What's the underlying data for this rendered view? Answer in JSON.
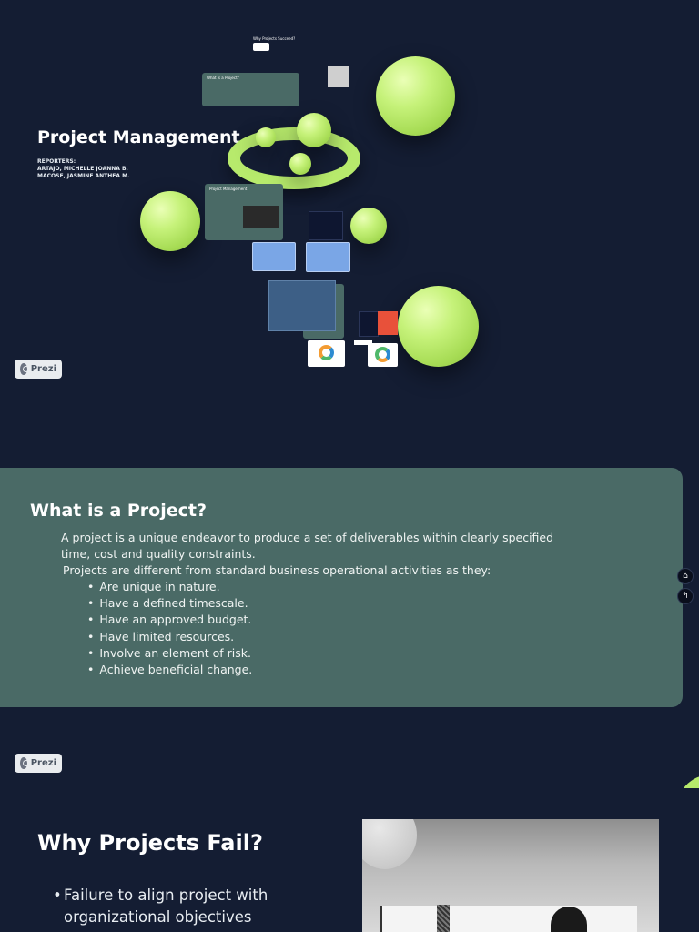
{
  "overview": {
    "title": "Project Management",
    "reporters_label": "REPORTERS:",
    "reporter_1": "ARTAJO, MICHELLE JOANNA B.",
    "reporter_2": " MACOSE, JASMINE ANTHEA M.",
    "card_why_fail_title": "Why Projects Succeed?",
    "card_what_is_title": "What is a Project?",
    "card_pm_title": "Project Management",
    "accent_color": "#b7ea6c"
  },
  "prezi_label": "Prezi",
  "what_is_project": {
    "heading": "What is a Project?",
    "para_line_1": "A project is a unique endeavor to produce a set of deliverables within clearly specified",
    "para_line_2": "time, cost and quality constraints.",
    "para_2": "Projects are different from standard business operational activities as they:",
    "bullets": [
      "Are unique in nature.",
      "Have a defined timescale.",
      "Have an approved budget.",
      "Have limited resources.",
      "Involve an element of risk.",
      "Achieve beneficial change."
    ],
    "background": "#4a6a66"
  },
  "nav": {
    "home_icon": "⌂",
    "back_icon": "↰"
  },
  "why_fail": {
    "heading": "Why Projects Fail?",
    "bullets": [
      "Failure to align project with organizational objectives"
    ]
  }
}
